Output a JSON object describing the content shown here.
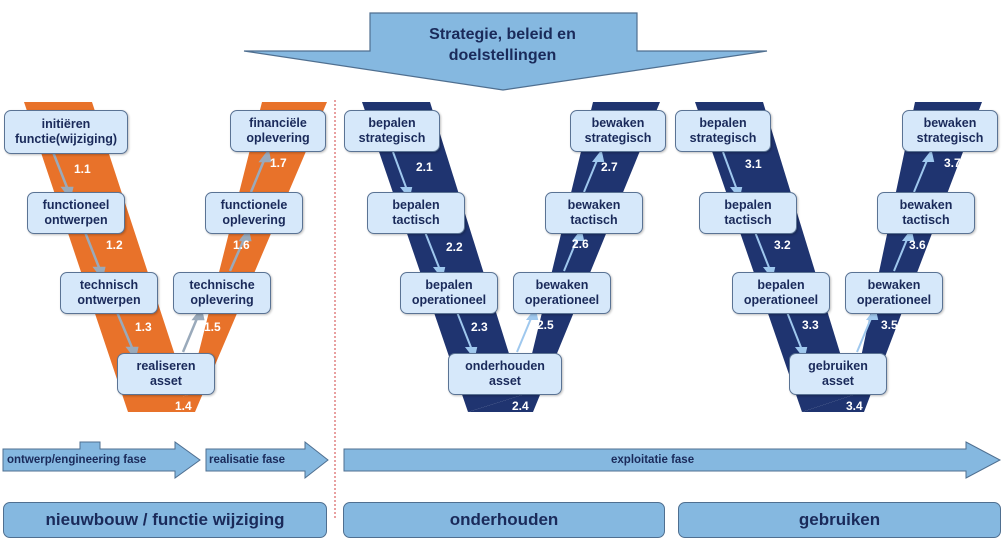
{
  "top_arrow": {
    "label": "Strategie, beleid en\ndoelstellingen"
  },
  "colors": {
    "orange": "#e8722a",
    "navy": "#1f3470",
    "box_fill": "#d6e8fa",
    "arrow_fill": "#85b8e0",
    "text": "#1a2a5a",
    "divider": "#d04040"
  },
  "vees": [
    {
      "name": "nieuwbouw",
      "color": "orange",
      "steps": [
        {
          "label": "initiëren\nfunctie(wijziging)",
          "num": "1.1"
        },
        {
          "label": "functioneel\nontwerpen",
          "num": "1.2"
        },
        {
          "label": "technisch\nontwerpen",
          "num": "1.3"
        },
        {
          "label": "realiseren\nasset",
          "num": "1.4"
        },
        {
          "label": "technische\noplevering",
          "num": "1.5"
        },
        {
          "label": "functionele\noplevering",
          "num": "1.6"
        },
        {
          "label": "financiële\noplevering",
          "num": "1.7"
        }
      ]
    },
    {
      "name": "onderhouden",
      "color": "navy",
      "steps": [
        {
          "label": "bepalen\nstrategisch",
          "num": "2.1"
        },
        {
          "label": "bepalen\ntactisch",
          "num": "2.2"
        },
        {
          "label": "bepalen\noperationeel",
          "num": "2.3"
        },
        {
          "label": "onderhouden\nasset",
          "num": "2.4"
        },
        {
          "label": "bewaken\noperationeel",
          "num": "2.5"
        },
        {
          "label": "bewaken\ntactisch",
          "num": "2.6"
        },
        {
          "label": "bewaken\nstrategisch",
          "num": "2.7"
        }
      ]
    },
    {
      "name": "gebruiken",
      "color": "navy",
      "steps": [
        {
          "label": "bepalen\nstrategisch",
          "num": "3.1"
        },
        {
          "label": "bepalen\ntactisch",
          "num": "3.2"
        },
        {
          "label": "bepalen\noperationeel",
          "num": "3.3"
        },
        {
          "label": "gebruiken\nasset",
          "num": "3.4"
        },
        {
          "label": "bewaken\noperationeel",
          "num": "3.5"
        },
        {
          "label": "bewaken\ntactisch",
          "num": "3.6"
        },
        {
          "label": "bewaken\nstrategisch",
          "num": "3.7"
        }
      ]
    }
  ],
  "phases": [
    {
      "label": "ontwerp/engineering fase"
    },
    {
      "label": "realisatie fase"
    },
    {
      "label": "exploitatie fase"
    }
  ],
  "bottom": [
    {
      "label": "nieuwbouw / functie wijziging"
    },
    {
      "label": "onderhouden"
    },
    {
      "label": "gebruiken"
    }
  ]
}
